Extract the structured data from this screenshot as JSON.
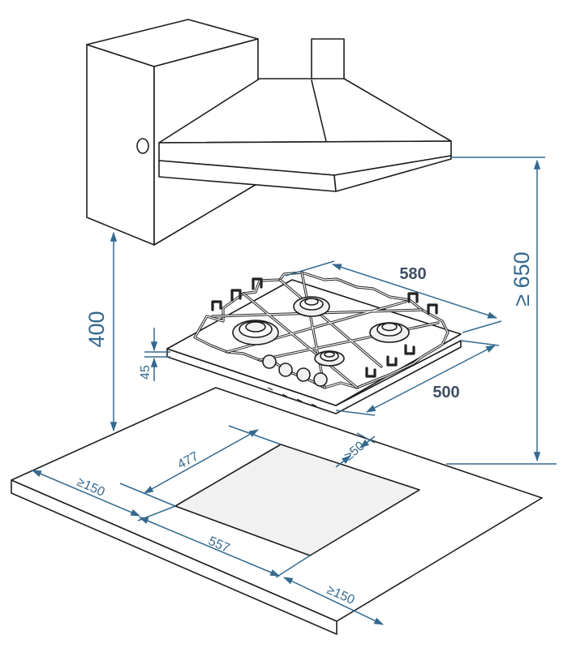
{
  "diagram": {
    "dimensions": {
      "hood_height": "≥ 650",
      "wall_cabinet_height": "400",
      "hob_width": "580",
      "hob_depth": "500",
      "hob_thickness": "45",
      "cutout_depth": "477",
      "cutout_width": "557",
      "back_clearance": "≥50",
      "left_clearance": "≥150",
      "right_clearance": "≥150"
    },
    "colors": {
      "dimension_lines": "#35698f",
      "outline": "#1e1e1e",
      "hob_labels": "#3f4f63"
    }
  }
}
